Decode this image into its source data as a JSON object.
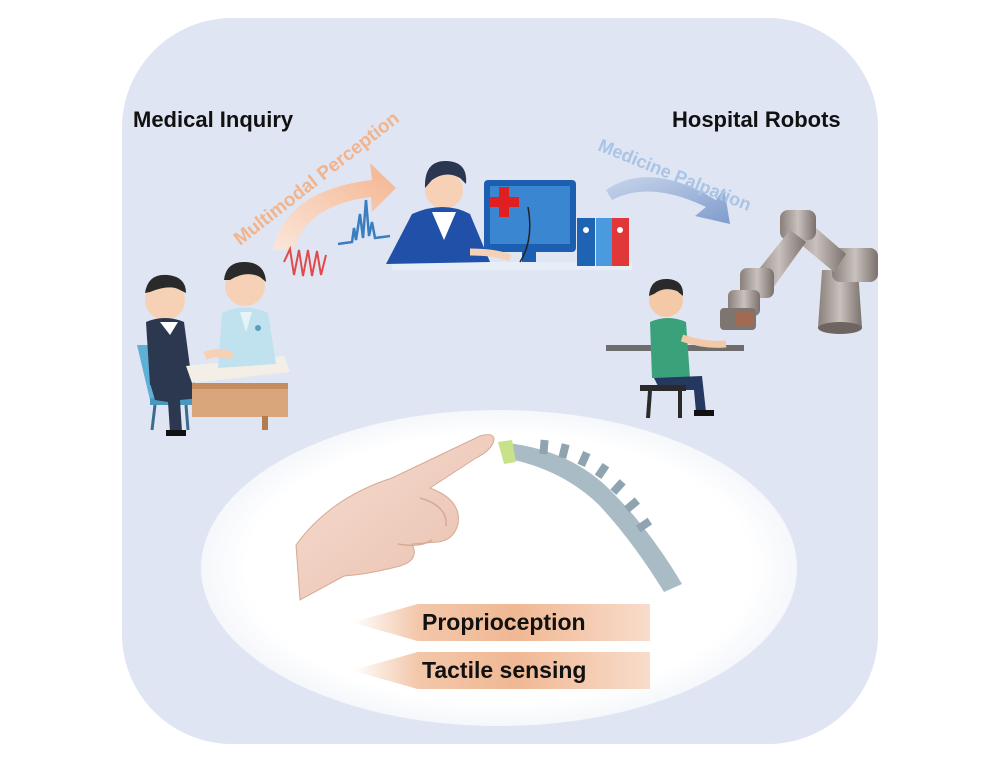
{
  "left_scene": {
    "heading": "Medical Inquiry",
    "arrow_label": "Multimodal Perception"
  },
  "right_scene": {
    "heading": "Hospital Robots",
    "arrow_label": "Medicine Palpation"
  },
  "captions": [
    "Proprioception",
    "Tactile sensing"
  ],
  "colors": {
    "background_panel": "#dfe5f2",
    "perception_arrow": "#f4bc9c",
    "palpation_arrow": "#8fa9d4",
    "caption_bar": "#f0b894",
    "medical_cross": "#e02020"
  }
}
